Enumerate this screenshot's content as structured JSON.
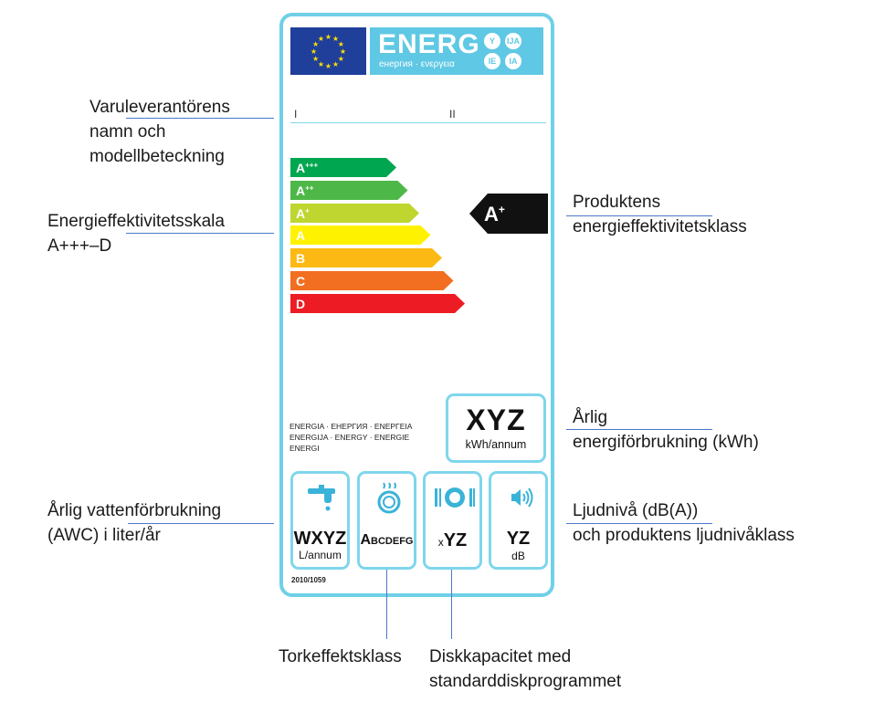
{
  "header": {
    "energy_word": "ENERG",
    "energy_sub": "енергия · ενεργεια",
    "lang_badges": [
      "Y",
      "IJA",
      "IE",
      "IA"
    ],
    "roman_numerals": [
      "I",
      "II"
    ]
  },
  "scale": {
    "bars": [
      {
        "letter": "A",
        "sup": "+++",
        "color": "#00a650"
      },
      {
        "letter": "A",
        "sup": "++",
        "color": "#4db848"
      },
      {
        "letter": "A",
        "sup": "+",
        "color": "#bed62f"
      },
      {
        "letter": "A",
        "sup": "",
        "color": "#fff200"
      },
      {
        "letter": "B",
        "sup": "",
        "color": "#fdb913"
      },
      {
        "letter": "C",
        "sup": "",
        "color": "#f26f21"
      },
      {
        "letter": "D",
        "sup": "",
        "color": "#ed1c24"
      }
    ]
  },
  "product_class": {
    "letter": "A",
    "sup": "+",
    "color": "#111111"
  },
  "energia_text": {
    "line1": "ENERGIA · ЕНЕРГИЯ · ΕΝΕΡΓΕΙΑ",
    "line2": "ENERGIJA · ENERGY · ENERGIE",
    "line3": "ENERGI"
  },
  "consumption": {
    "value": "XYZ",
    "unit": "kWh/annum"
  },
  "icons": {
    "water": {
      "value": "WXYZ",
      "unit": "L/annum",
      "icon": "faucet-icon"
    },
    "drying": {
      "value_big": "A",
      "value_small": "BCDEFG",
      "icon": "dry-plate-icon"
    },
    "capacity": {
      "value_prefix": "x",
      "value": "YZ",
      "icon": "place-setting-icon"
    },
    "noise": {
      "value": "YZ",
      "unit": "dB",
      "icon": "speaker-icon"
    }
  },
  "regulation": "2010/1059",
  "callouts": {
    "supplier": [
      "Varuleverantörens",
      "namn och",
      "modellbeteckning"
    ],
    "scale": [
      "Energieffektivitetsskala",
      "A+++–D"
    ],
    "product_class": [
      "Produktens",
      "energieffektivitetsklass"
    ],
    "annual_energy": [
      "Årlig",
      "energiförbrukning (kWh)"
    ],
    "water": [
      "Årlig vattenförbrukning",
      "(AWC) i liter/år"
    ],
    "noise": [
      "Ljudnivå (dB(A))",
      "och produktens ljudnivåklass"
    ],
    "drying": [
      "Torkeffektsklass"
    ],
    "capacity": [
      "Diskkapacitet med",
      "standarddiskprogrammet"
    ]
  },
  "colors": {
    "label_border": "#6fd0e8",
    "header_blue": "#5fc8e4",
    "eu_blue": "#1f3f9a",
    "eu_star": "#ffdd00",
    "pointer": "#4a79c9"
  }
}
